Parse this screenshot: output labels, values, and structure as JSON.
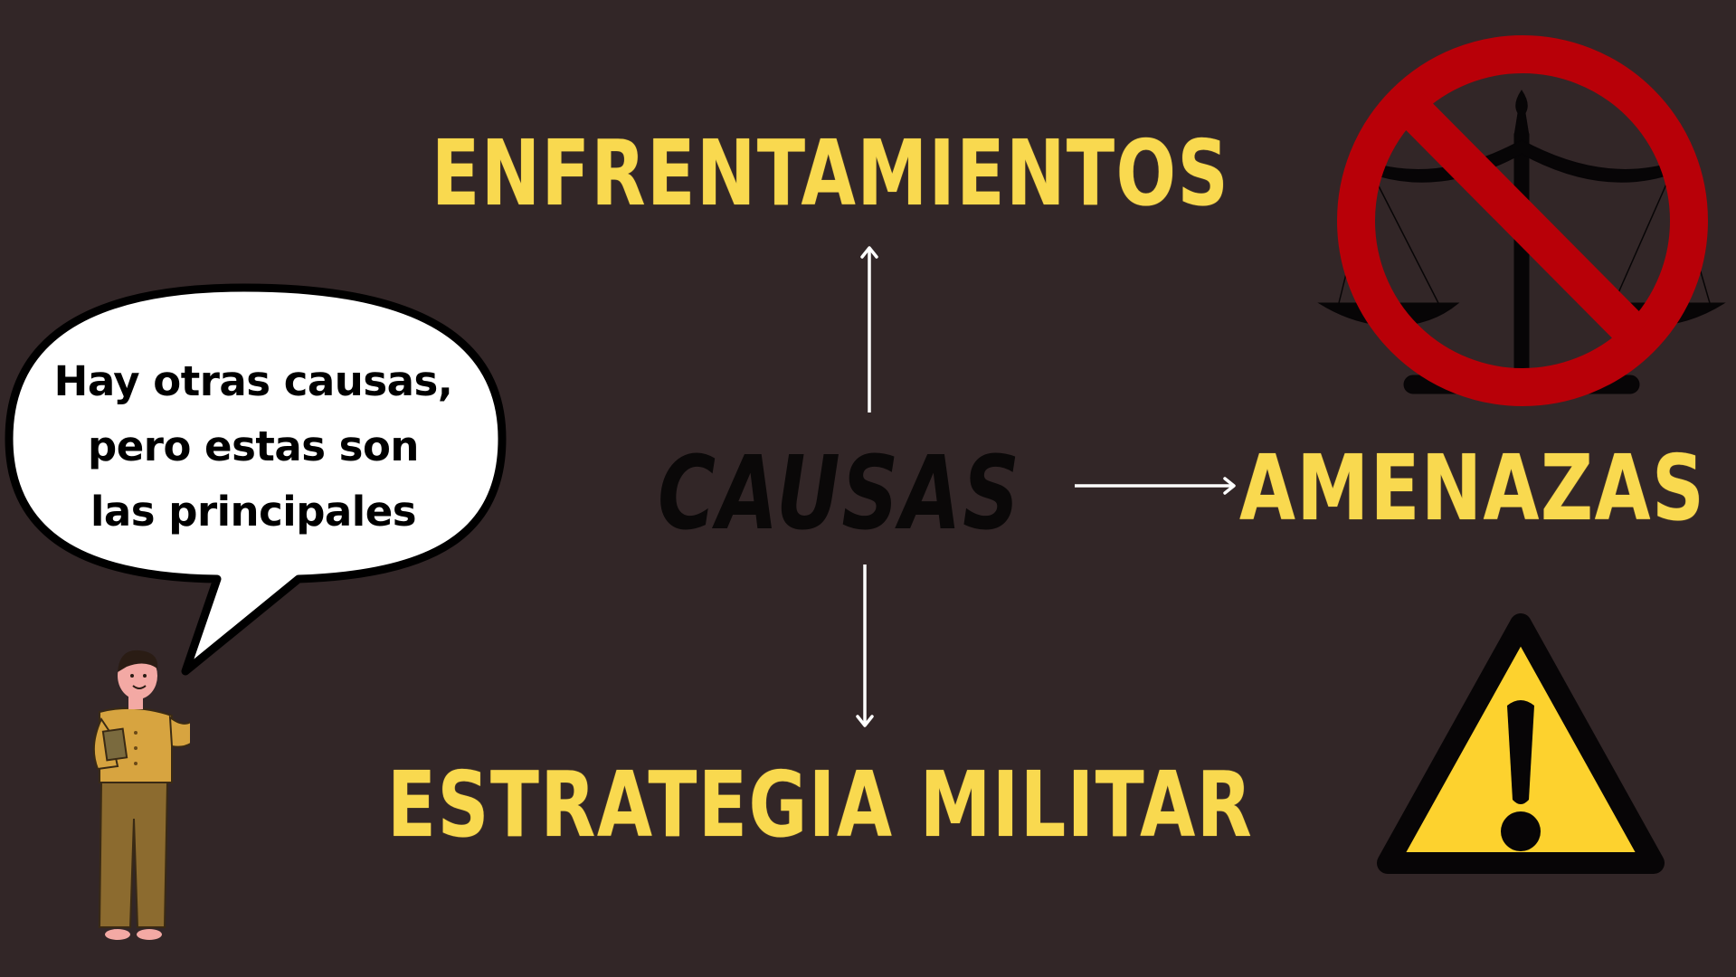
{
  "diagram": {
    "center": {
      "label": "CAUSAS"
    },
    "branches": [
      {
        "direction": "up",
        "label": "ENFRENTAMIENTOS",
        "icon": "forbidden-scales-icon"
      },
      {
        "direction": "right",
        "label": "AMENAZAS",
        "icon": "none"
      },
      {
        "direction": "down",
        "label": "ESTRATEGIA MILITAR",
        "icon": "warning-triangle-icon"
      }
    ]
  },
  "speech_bubble": {
    "lines": [
      "Hay otras causas,",
      "pero estas son",
      "las principales"
    ]
  },
  "character": {
    "icon": "teacher-illustration"
  },
  "colors": {
    "background": "#322627",
    "label_yellow": "#f9d94f",
    "center_text": "#0a0808",
    "arrow": "#ffffff",
    "prohibition_red": "#b80008",
    "warning_yellow": "#fdd22e"
  }
}
